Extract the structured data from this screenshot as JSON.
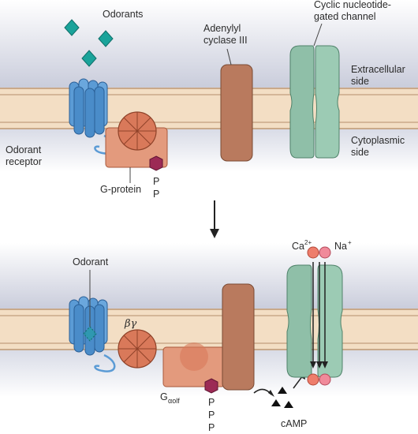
{
  "panel_top": {
    "odorants_label": "Odorants",
    "adenylyl_label_line1": "Adenylyl",
    "adenylyl_label_line2": "cyclase III",
    "channel_label_line1": "Cyclic nucleotide-",
    "channel_label_line2": "gated channel",
    "extracellular_line1": "Extracellular",
    "extracellular_line2": "side",
    "cytoplasmic_line1": "Cytoplasmic",
    "cytoplasmic_line2": "side",
    "receptor_label_line1": "Odorant",
    "receptor_label_line2": "receptor",
    "gprotein_label": "G-protein",
    "phosphate_1": "P",
    "phosphate_2": "P"
  },
  "panel_bottom": {
    "odorant_label": "Odorant",
    "beta_gamma_label": "βγ",
    "g_alpha_main": "G",
    "g_alpha_sub": "αolf",
    "ca_label": "Ca",
    "ca_charge": "2+",
    "na_label": "Na",
    "na_charge": "+",
    "camp_label": "cAMP",
    "phosphate_1": "P",
    "phosphate_2": "P",
    "phosphate_3": "P"
  },
  "colors": {
    "receptor": "#5b9bd5",
    "gprotein": "#e39a7d",
    "cyclase": "#b97a5e",
    "channel": "#8fbfa8",
    "phosphate": "#9c2a55",
    "odorant": "#1aa39a",
    "ion": "#ee7d6b",
    "membrane": "#f3dec4"
  }
}
